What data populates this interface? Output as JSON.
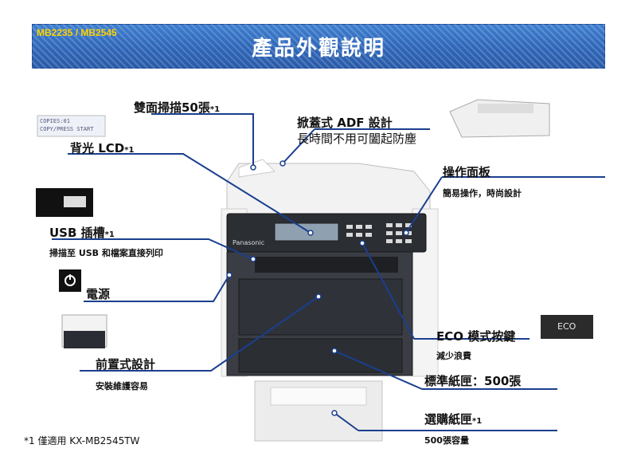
{
  "banner": {
    "model": "MB2235 / MB2545",
    "title": "產品外觀說明"
  },
  "callouts": {
    "duplex_scan": {
      "text": "雙面掃描50張",
      "sup": "*1"
    },
    "backlit_lcd": {
      "text": "背光 LCD",
      "sup": "*1"
    },
    "lcd_screen": {
      "line1": "COPIES:01",
      "line2": "COPY/PRESS START"
    },
    "adf": {
      "line1": "掀蓋式 ADF 設計",
      "line2": "長時間不用可闔起防塵"
    },
    "control_panel": {
      "title": "操作面板",
      "sub": "簡易操作，時尚設計"
    },
    "usb": {
      "title": "USB 插槽",
      "sup": "*1",
      "sub": "掃描至 USB 和檔案直接列印"
    },
    "power": {
      "title": "電源"
    },
    "eco": {
      "title": "ECO 模式按鍵",
      "sub": "減少浪費",
      "button": "ECO"
    },
    "front": {
      "title": "前置式設計",
      "sub": "安裝維護容易"
    },
    "tray": {
      "title": "標準紙匣：500張"
    },
    "optional_tray": {
      "title": "選購紙匣",
      "sup": "*1",
      "sub": "500張容量"
    }
  },
  "brand": "Panasonic",
  "footnote": "*1 僅適用 KX-MB2545TW"
}
